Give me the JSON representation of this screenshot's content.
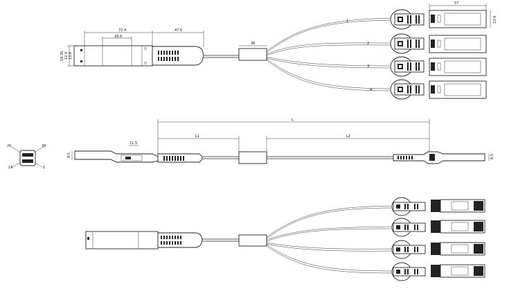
{
  "top_view": {
    "dim_overall_head": "72.4",
    "dim_window": "29.6",
    "dim_pull": "47.6",
    "dim_height": "18.35",
    "dim_height_inner_1": "12.4",
    "dim_height_inner_2": "13.6",
    "dim_splitter": "38",
    "dim_module_length": "57",
    "dim_module_height": "13.4",
    "branch_numbers": [
      "1",
      "2",
      "3",
      "4"
    ]
  },
  "side_view": {
    "dim_total": "L",
    "dim_first_leg": "L1",
    "dim_second_leg": "L2",
    "dim_head_offset": "11.5",
    "dim_left_height": "8.5",
    "dim_right_height": "8.5"
  },
  "end_view": {
    "pin_top_left": "20",
    "pin_top_right": "38",
    "pin_bottom_left": "19",
    "pin_bottom_right": "1"
  }
}
